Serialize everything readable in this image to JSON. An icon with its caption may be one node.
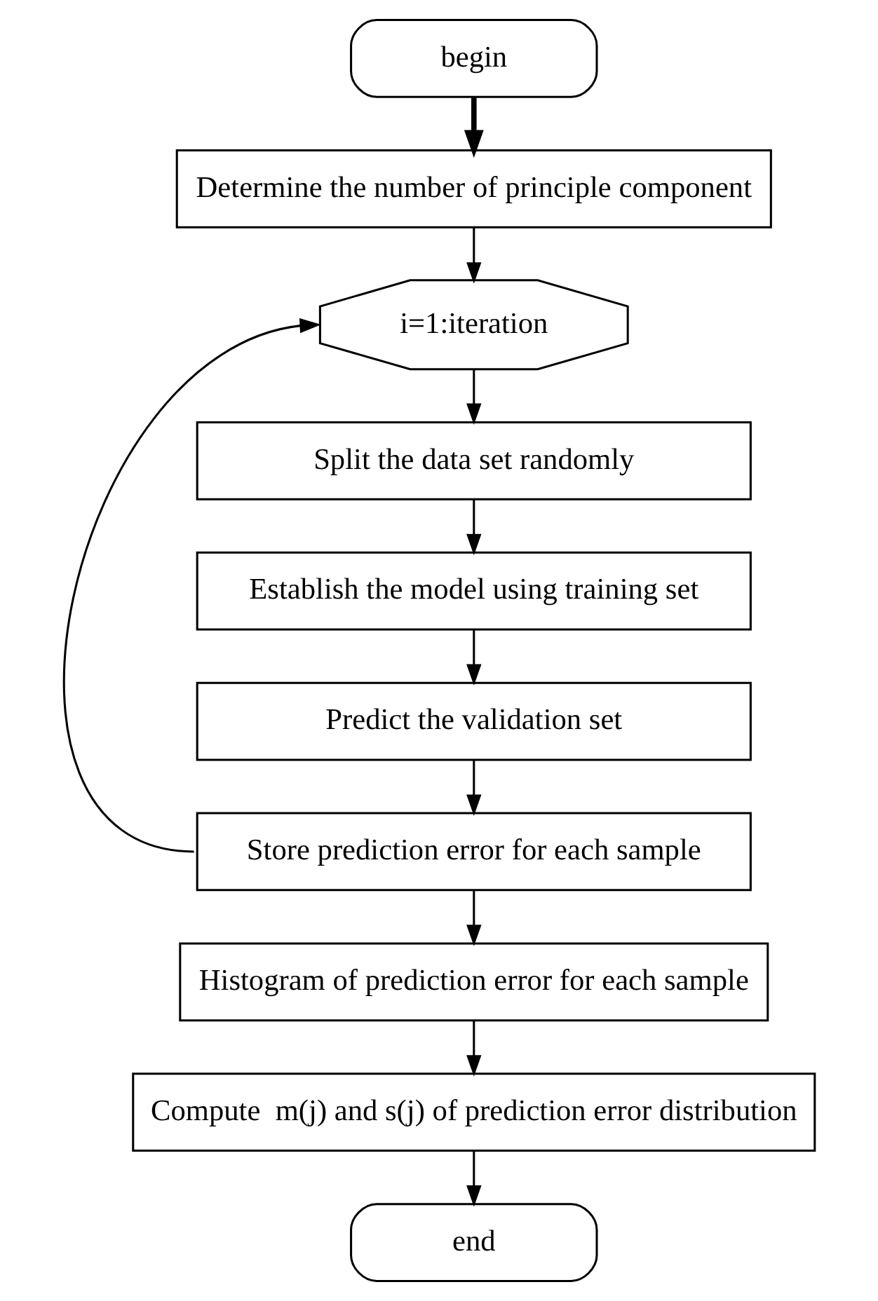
{
  "diagram": {
    "nodes": [
      {
        "text": [
          "begin"
        ]
      },
      {
        "text": [
          "Determine the number of principle component"
        ]
      },
      {
        "text": [
          "i=1:iteration"
        ]
      },
      {
        "text": [
          "Split the data set randomly"
        ]
      },
      {
        "text": [
          "Establish the model using training set"
        ]
      },
      {
        "text": [
          "Predict the validation set"
        ]
      },
      {
        "text": [
          "Store prediction error for each sample"
        ]
      },
      {
        "text": [
          "Histogram of prediction error for each sample"
        ]
      },
      {
        "text": [
          "Compute  m(j) and s(j) of prediction error distribution"
        ]
      },
      {
        "text": [
          "end"
        ]
      }
    ],
    "edges": [
      {
        "from": 0,
        "to": 1,
        "arrow": "to",
        "style": "thick"
      },
      {
        "from": 1,
        "to": 2,
        "arrow": "to"
      },
      {
        "from": 2,
        "to": 3,
        "arrow": "to"
      },
      {
        "from": 3,
        "to": 4,
        "arrow": "to"
      },
      {
        "from": 4,
        "to": 5,
        "arrow": "to"
      },
      {
        "from": 5,
        "to": 6,
        "arrow": "to"
      },
      {
        "from": 6,
        "to": 2,
        "arrow": "to"
      },
      {
        "from": 6,
        "to": 7,
        "arrow": "to"
      },
      {
        "from": 7,
        "to": 8,
        "arrow": "to"
      },
      {
        "from": 8,
        "to": 9,
        "arrow": "to"
      }
    ]
  }
}
